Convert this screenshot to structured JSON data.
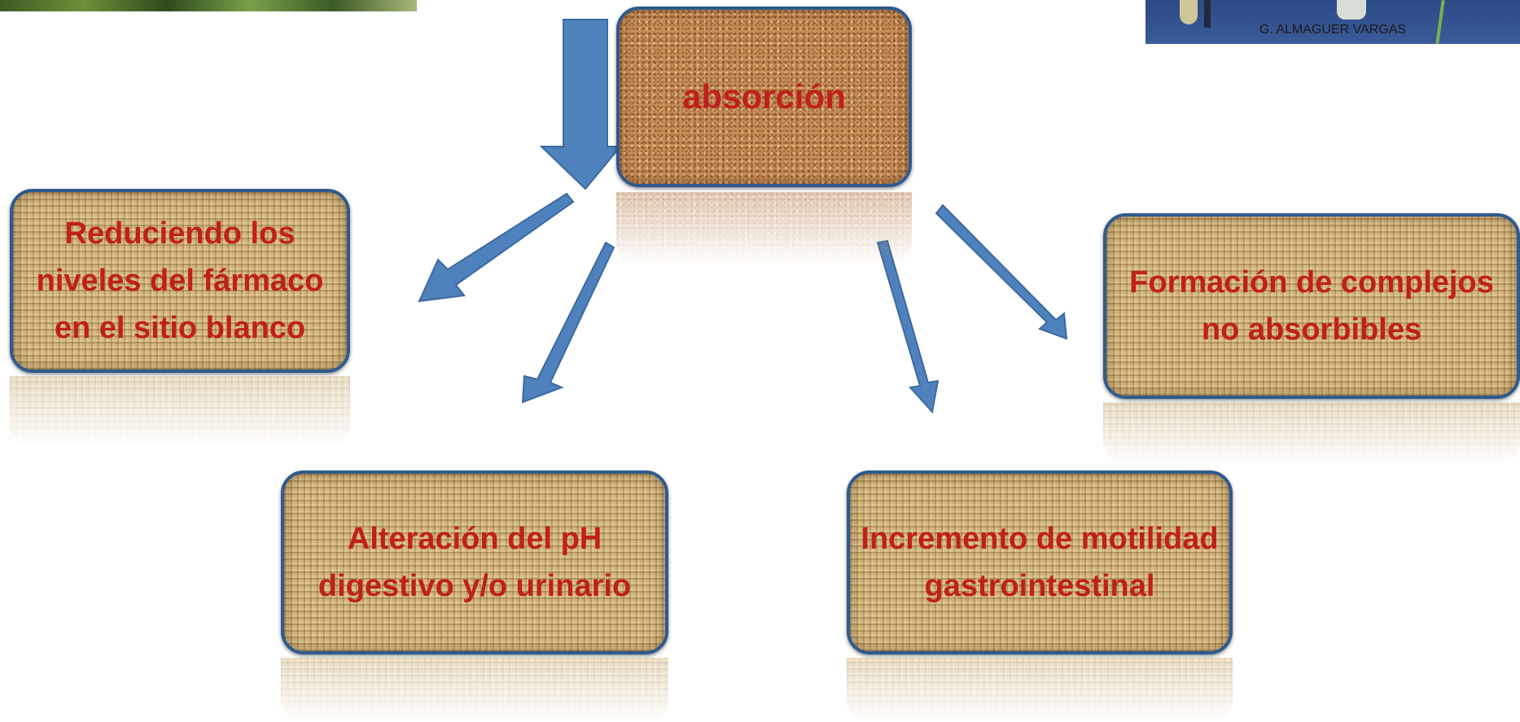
{
  "credit": "G. ALMAGUER VARGAS",
  "nodes": {
    "absorcion": "absorción",
    "reduciendo": "Reduciendo los niveles del fármaco en el sitio blanco",
    "formacion": "Formación de complejos no absorbibles",
    "alteracion": "Alteración del pH digestivo y/o urinario",
    "incremento": "Incremento de motilidad gastrointestinal"
  },
  "colors": {
    "text": "#c0201c",
    "arrow": "#4f81bd",
    "border": "#2e5a8e"
  }
}
